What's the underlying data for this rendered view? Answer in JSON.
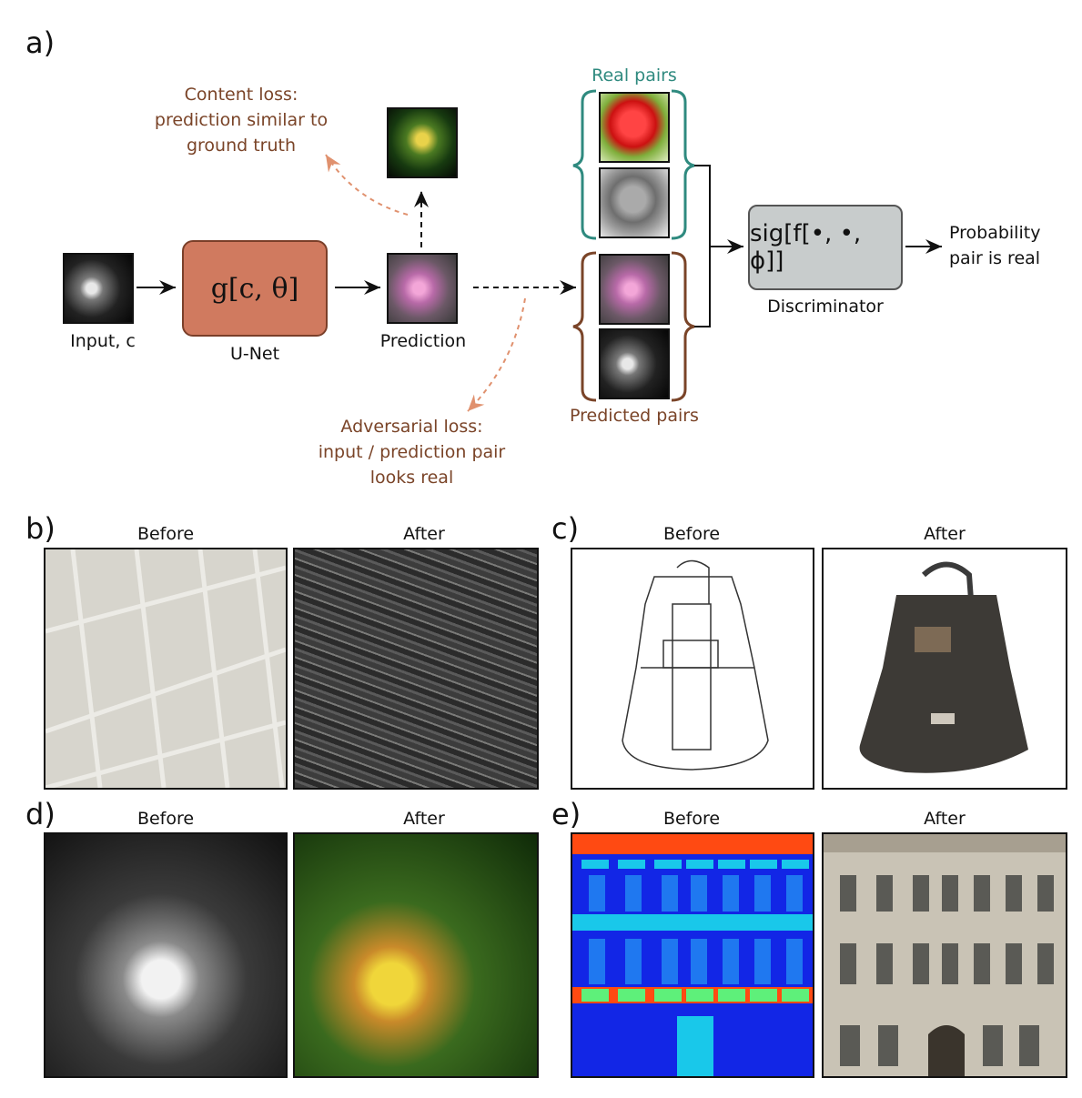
{
  "panels": {
    "a": "a)",
    "b": "b)",
    "c": "c)",
    "d": "d)",
    "e": "e)"
  },
  "diagram": {
    "input_label": "Input, c",
    "unet_formula": "g[c, θ]",
    "unet_label": "U-Net",
    "prediction_label": "Prediction",
    "content_loss": {
      "line1": "Content loss:",
      "line2": "prediction similar to",
      "line3": "ground truth"
    },
    "adversarial_loss": {
      "line1": "Adversarial loss:",
      "line2": "input / prediction pair",
      "line3": "looks real"
    },
    "real_pairs": "Real pairs",
    "predicted_pairs": "Predicted pairs",
    "discriminator_formula": "sig[f[•, •, ϕ]]",
    "discriminator_label": "Discriminator",
    "output_line1": "Probability",
    "output_line2": "pair is real"
  },
  "examples": {
    "b": {
      "before": "Before",
      "after": "After"
    },
    "c": {
      "before": "Before",
      "after": "After"
    },
    "d": {
      "before": "Before",
      "after": "After"
    },
    "e": {
      "before": "Before",
      "after": "After"
    }
  },
  "colors": {
    "unet_fill": "#d07a5f",
    "content_text": "#7a4428",
    "real_pairs_teal": "#2f8a7f",
    "predicted_brown": "#7a4428",
    "dashed_arrow": "#e0916e",
    "disc_fill": "#c8cccc"
  }
}
